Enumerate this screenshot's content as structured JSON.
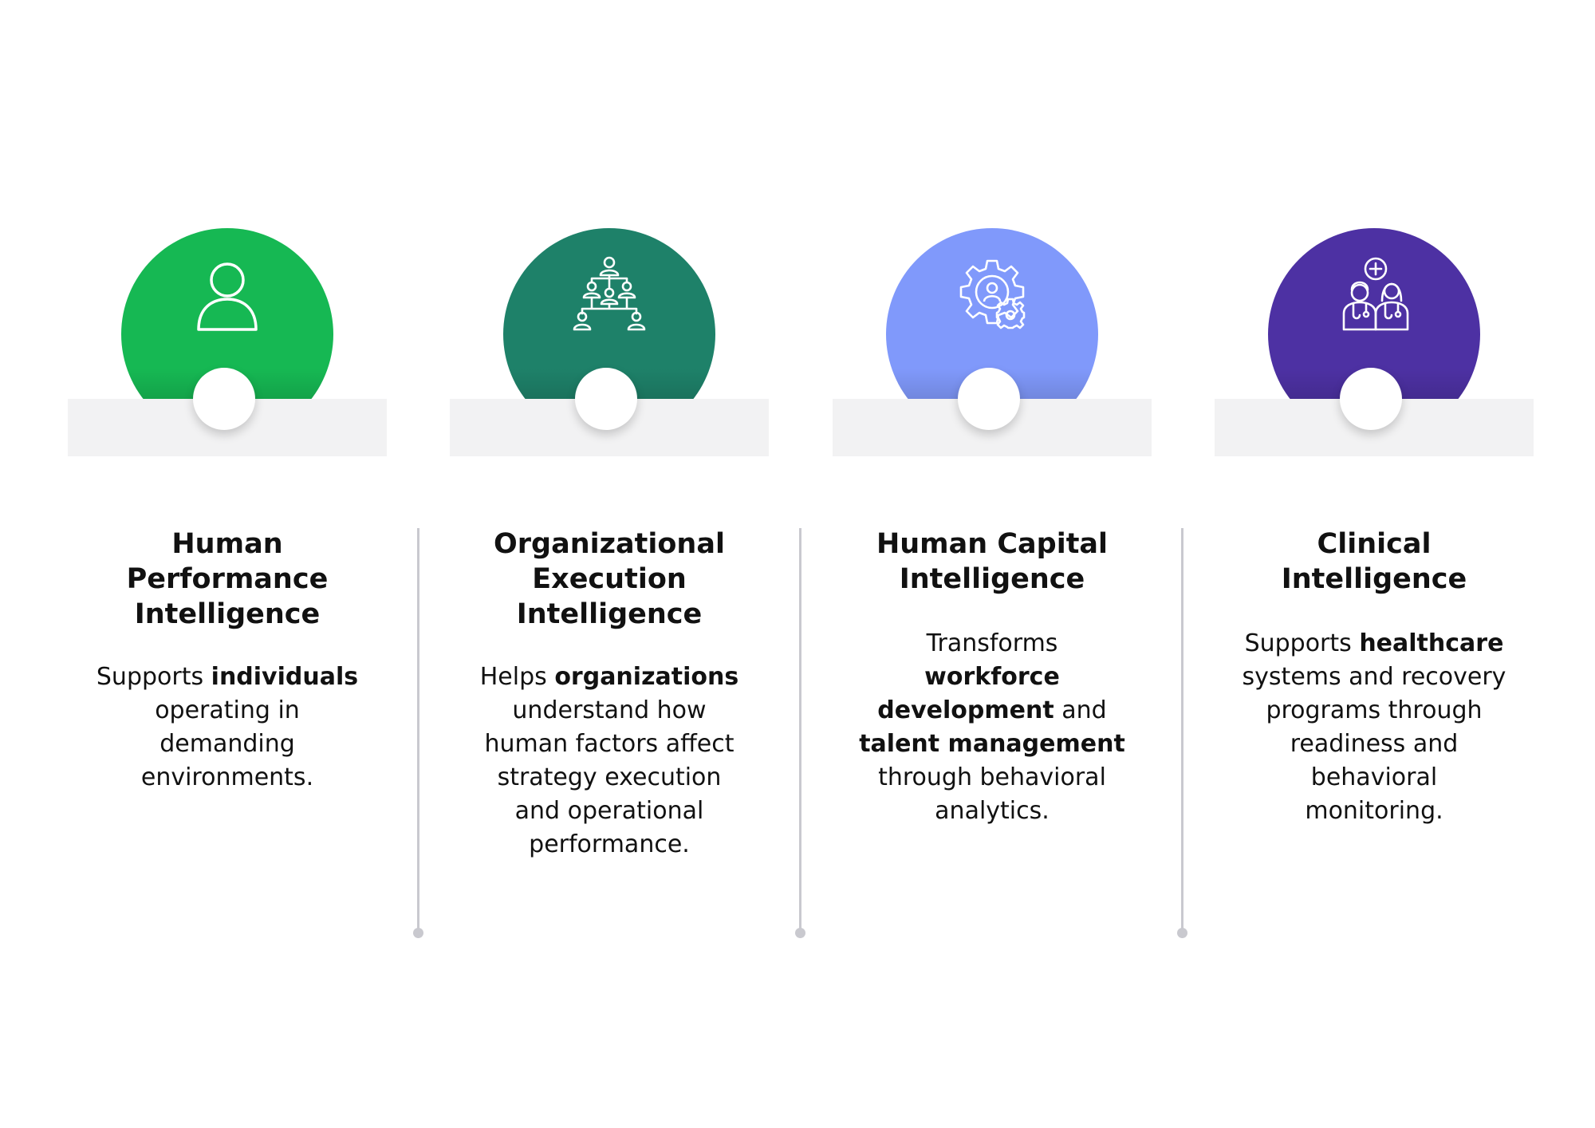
{
  "cards": [
    {
      "color": "#16b853",
      "icon": "person-icon",
      "title_lines": [
        "Human",
        "Performance",
        "Intelligence"
      ],
      "desc": {
        "a": "Supports ",
        "b1": "individuals",
        "c": " operating in demanding environments.",
        "b2": "",
        "e": ""
      }
    },
    {
      "color": "#1e8169",
      "icon": "organization-chart-icon",
      "title_lines": [
        "Organizational",
        "Execution",
        "Intelligence"
      ],
      "desc": {
        "a": "Helps ",
        "b1": "organizations",
        "c": " understand how human factors affect strategy execution and operational performance.",
        "b2": "",
        "e": ""
      }
    },
    {
      "color": "#8099fb",
      "icon": "gear-person-icon",
      "title_lines": [
        "Human Capital",
        "Intelligence"
      ],
      "desc": {
        "a": "Transforms ",
        "b1": "workforce development",
        "c": " and ",
        "b2": "talent management",
        "e": " through behavioral analytics."
      }
    },
    {
      "color": "#4d31a3",
      "icon": "medical-staff-icon",
      "title_lines": [
        "Clinical",
        "Intelligence"
      ],
      "desc": {
        "a": "Supports ",
        "b1": "healthcare",
        "c": " systems and recovery programs through readiness and behavioral monitoring.",
        "b2": "",
        "e": ""
      }
    }
  ]
}
